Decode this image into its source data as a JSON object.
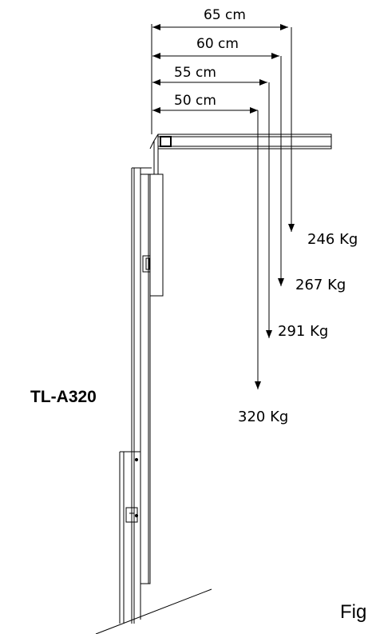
{
  "model": "TL-A320",
  "figure_caption": "Fig",
  "colors": {
    "line": "#000000",
    "background": "#ffffff"
  },
  "dimensions": [
    {
      "label": "65 cm"
    },
    {
      "label": "60 cm"
    },
    {
      "label": "55 cm"
    },
    {
      "label": "50 cm"
    }
  ],
  "loads": [
    {
      "label": "246 Kg"
    },
    {
      "label": "267 Kg"
    },
    {
      "label": "291 Kg"
    },
    {
      "label": "320 Kg"
    }
  ]
}
